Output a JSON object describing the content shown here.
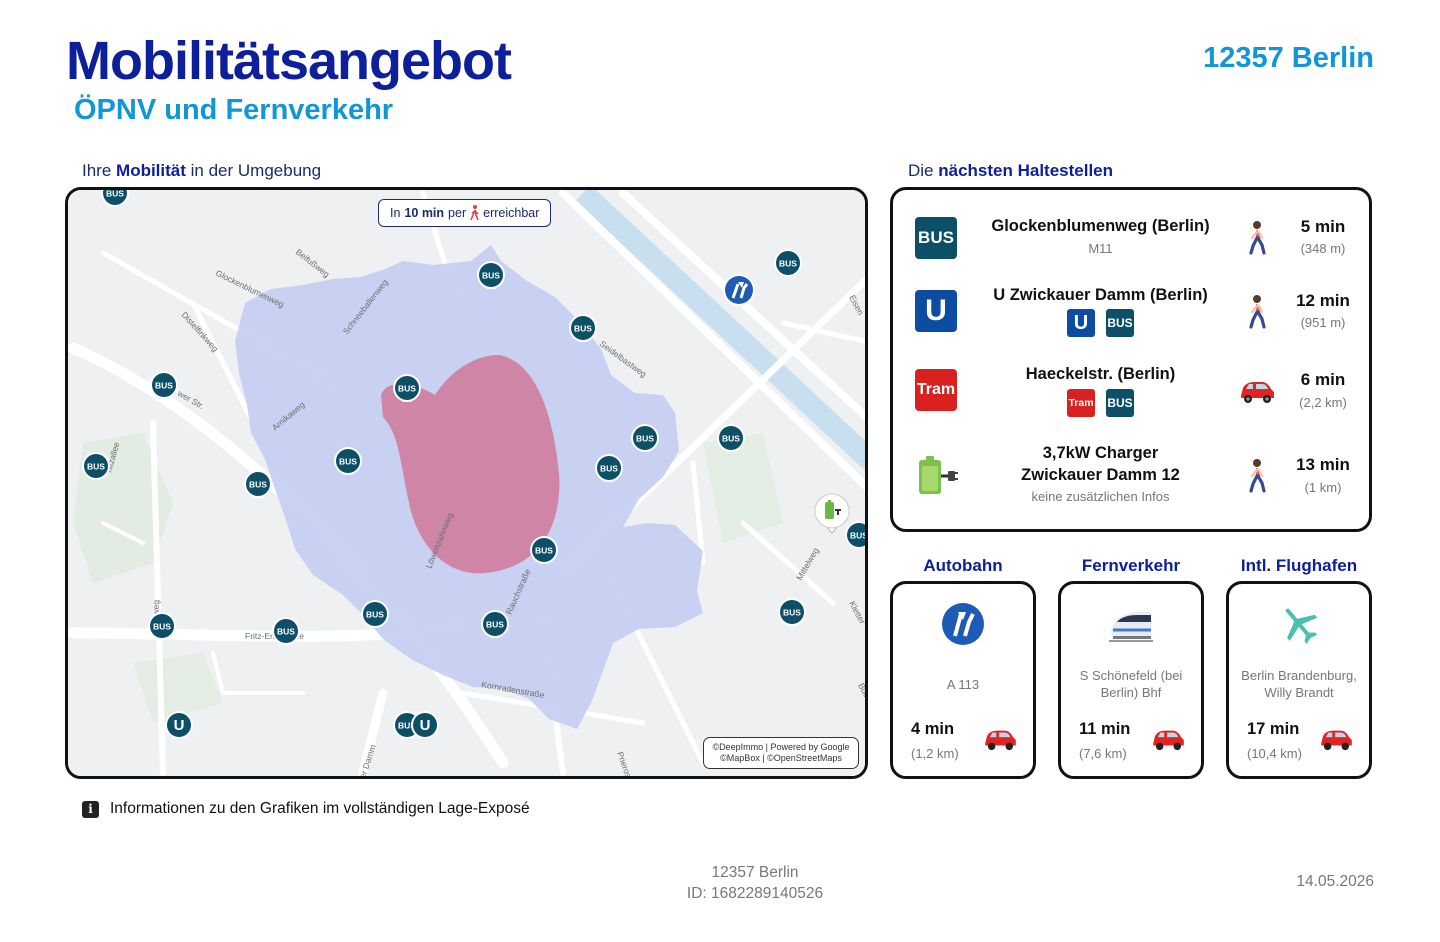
{
  "header": {
    "title": "Mobilitätsangebot",
    "subtitle": "ÖPNV und Fernverkehr",
    "location": "12357 Berlin"
  },
  "map_section": {
    "label_pre": "Ihre ",
    "label_bold": "Mobilität",
    "label_post": " in der Umgebung",
    "reach_pre": "In ",
    "reach_bold": "10 min",
    "reach_mid": " per ",
    "reach_post": " erreichbar",
    "credit_line1": "©DeepImmo | Powered by Google",
    "credit_line2": "©MapBox | ©OpenStreetMaps",
    "street_labels": [
      "Glockenblumenweg",
      "Beifußweg",
      "Schneeballenweg",
      "Seidelbastweg",
      "Distelfinkweg",
      "Arnikaweg",
      "Löwenzahnweg",
      "Rauchstraße",
      "Kornradenstraße",
      "Fritz-Erler-Allee",
      "Efeuweg",
      "Mittelweg",
      "Eisen",
      "Kletter",
      "Buc",
      "Prierosser",
      "wer Str.",
      "hitzallee",
      "er Damm"
    ],
    "markers": {
      "bus": "BUS",
      "ubahn": "U"
    },
    "colors": {
      "isochrone_walk": "#c3cdf1",
      "isochrone_inner": "#cf7ea0",
      "marker": "#0c4f66",
      "road": "#ffffff"
    }
  },
  "stops_section": {
    "label_pre": "Die ",
    "label_bold": "nächsten Haltestellen",
    "stops": [
      {
        "badge": "BUS",
        "name": "Glockenblumenweg (Berlin)",
        "sub": "M11",
        "lines": [],
        "mode": "walk",
        "time": "5 min",
        "dist": "(348 m)"
      },
      {
        "badge": "U",
        "name": "U Zwickauer Damm (Berlin)",
        "sub": "",
        "lines": [
          "U",
          "BUS"
        ],
        "mode": "walk",
        "time": "12 min",
        "dist": "(951 m)"
      },
      {
        "badge": "Tram",
        "name": "Haeckelstr. (Berlin)",
        "sub": "",
        "lines": [
          "Tram",
          "BUS"
        ],
        "mode": "car",
        "time": "6 min",
        "dist": "(2,2 km)"
      },
      {
        "badge": "charger-icon",
        "name": "3,7kW Charger",
        "name2": "Zwickauer Damm 12",
        "sub": "keine zusätzlichen Infos",
        "lines": [],
        "mode": "walk",
        "time": "13 min",
        "dist": "(1 km)"
      }
    ]
  },
  "cards": [
    {
      "title": "Autobahn",
      "icon": "highway-icon",
      "place": "A 113",
      "time": "4 min",
      "dist": "(1,2 km)"
    },
    {
      "title": "Fernverkehr",
      "icon": "train-icon",
      "place": "S Schönefeld (bei Berlin) Bhf",
      "time": "11 min",
      "dist": "(7,6 km)"
    },
    {
      "title": "Intl. Flughafen",
      "icon": "airplane-icon",
      "place": "Berlin Brandenburg, Willy Brandt",
      "time": "17 min",
      "dist": "(10,4 km)"
    }
  ],
  "info": {
    "text": "Informationen zu den Grafiken im vollständigen Lage-Exposé",
    "icon_letter": "i"
  },
  "footer": {
    "location": "12357 Berlin",
    "id": "ID: 1682289140526",
    "date": "14.05.2026"
  }
}
